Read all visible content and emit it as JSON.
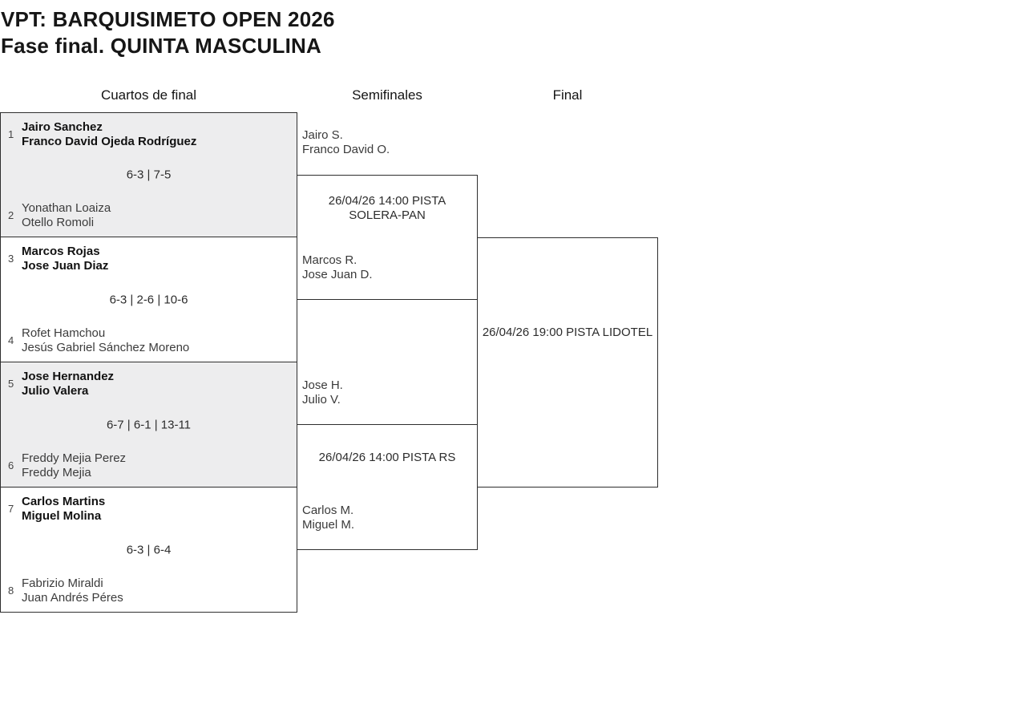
{
  "header": {
    "title": "VPT: BARQUISIMETO OPEN 2026",
    "subtitle": "Fase final. QUINTA MASCULINA"
  },
  "columns": {
    "quarterfinals_label": "Cuartos de final",
    "semifinals_label": "Semifinales",
    "final_label": "Final"
  },
  "colors": {
    "border": "#2e2e2e",
    "shaded_match_bg": "#ededee",
    "winner_text": "#121212",
    "loser_text": "#3c3c3c",
    "background": "#ffffff"
  },
  "quarterfinals": [
    {
      "seed1": "1",
      "team1_player1": "Jairo Sanchez",
      "team1_player2": "Franco David Ojeda Rodríguez",
      "score": "6-3 | 7-5",
      "seed2": "2",
      "team2_player1": "Yonathan Loaiza",
      "team2_player2": "Otello Romoli"
    },
    {
      "seed1": "3",
      "team1_player1": "Marcos Rojas",
      "team1_player2": "Jose Juan Diaz",
      "score": "6-3 | 2-6 | 10-6",
      "seed2": "4",
      "team2_player1": "Rofet Hamchou",
      "team2_player2": "Jesús Gabriel Sánchez Moreno"
    },
    {
      "seed1": "5",
      "team1_player1": "Jose Hernandez",
      "team1_player2": "Julio Valera",
      "score": "6-7 | 6-1 | 13-11",
      "seed2": "6",
      "team2_player1": "Freddy Mejia Perez",
      "team2_player2": "Freddy Mejia"
    },
    {
      "seed1": "7",
      "team1_player1": "Carlos Martins",
      "team1_player2": "Miguel Molina",
      "score": "6-3 | 6-4",
      "seed2": "8",
      "team2_player1": "Fabrizio Miraldi",
      "team2_player2": "Juan Andrés Péres"
    }
  ],
  "semifinals": [
    {
      "team1_player1": "Jairo S.",
      "team1_player2": "Franco David O.",
      "schedule": "26/04/26 14:00 PISTA SOLERA-PAN",
      "team2_player1": "Marcos R.",
      "team2_player2": "Jose Juan D."
    },
    {
      "team1_player1": "Jose H.",
      "team1_player2": "Julio V.",
      "schedule": "26/04/26 14:00 PISTA RS",
      "team2_player1": "Carlos M.",
      "team2_player2": "Miguel M."
    }
  ],
  "final": {
    "schedule": "26/04/26 19:00 PISTA LIDOTEL"
  }
}
